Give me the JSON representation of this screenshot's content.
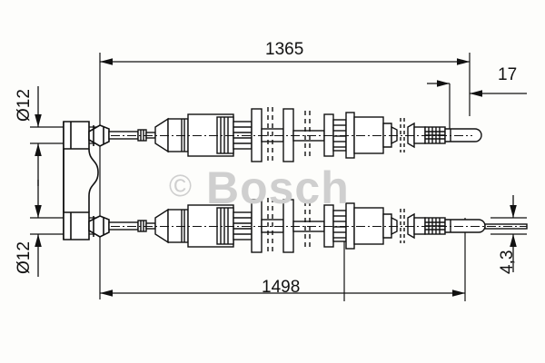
{
  "drawing": {
    "title": "Bosch brake cable assembly technical drawing",
    "watermark": {
      "copyright": "©",
      "brand": "Bosch",
      "color": "#cfcfcf"
    },
    "line_color": "#111111",
    "background": "#fdfdfb"
  },
  "dimensions": {
    "top_length": "1365",
    "bottom_length": "1498",
    "top_right_offset": "17",
    "bottom_right_offset": "4,3",
    "upper_diameter": "Ø12",
    "lower_diameter": "Ø12"
  },
  "parts": {
    "left_bracket": "left-mounting-bracket",
    "upper_cable": "upper-brake-cable",
    "lower_cable": "lower-brake-cable",
    "upper_terminal": "upper-eyelet-terminal",
    "lower_terminal": "lower-eyelet-terminal"
  }
}
